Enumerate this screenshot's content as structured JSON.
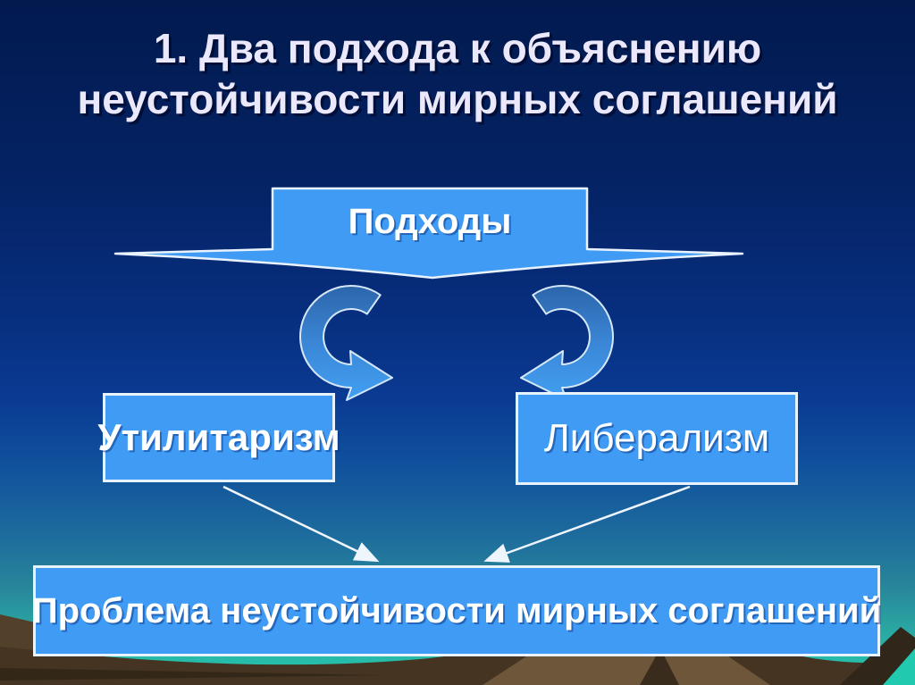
{
  "slide": {
    "title": {
      "line1": "1. Два подхода к объяснению",
      "line2": "неустойчивости мирных соглашений"
    },
    "diagram": {
      "top_box_label": "Подходы",
      "left_box_label": "Утилитаризм",
      "right_box_label": "Либерализм",
      "bottom_box_label": "Проблема неустойчивости мирных соглашений"
    },
    "icons": {
      "left_curved_arrow": "circular-arrow-clockwise",
      "right_curved_arrow": "circular-arrow-counterclockwise"
    },
    "colors": {
      "background_top": "#021a4e",
      "background_mid": "#0a3a92",
      "background_teal": "#24ccb0",
      "box_fill": "#3f9bf3",
      "box_border": "#e9f3fd",
      "box_text": "#ffffff",
      "title_text": "#eae8fa",
      "title_shadow": "#000e38",
      "curved_arrow_dark": "#2c66ab",
      "curved_arrow_light": "#42a0f2",
      "connector_line": "#eef5fd",
      "hill_dark": "#3f3120",
      "hill_tan": "#6d5639",
      "hill_olive": "#53402a"
    }
  }
}
